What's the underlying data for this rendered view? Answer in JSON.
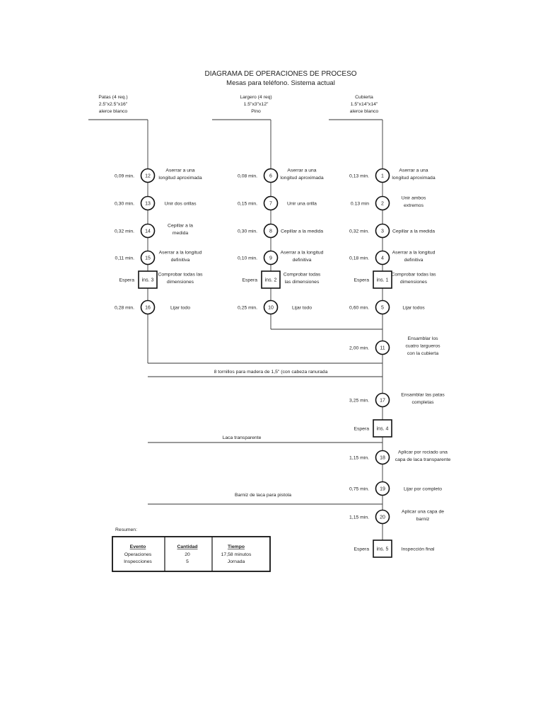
{
  "title": "DIAGRAMA DE OPERACIONES  DE PROCESO",
  "subtitle": "Mesas para teléfono. Sistema actual",
  "materials": [
    {
      "lines": [
        "Patas (4 req.)",
        "2.5\"x2.5\"x16\"",
        "alerce blanco"
      ]
    },
    {
      "lines": [
        "Largero (4 req)",
        "1.5\"x3\"x12\"",
        "Pino"
      ]
    },
    {
      "lines": [
        "Cubierta",
        "1.5\"x14\"x14\"",
        "alerce blanco"
      ]
    }
  ],
  "columns": [
    {
      "steps": [
        {
          "kind": "op",
          "time": "0,09 min.",
          "num": "12",
          "desc": [
            "Aserrar a una",
            "longitud aproximada"
          ]
        },
        {
          "kind": "op",
          "time": "0,30 min.",
          "num": "13",
          "desc": [
            "Unir dos orillas"
          ]
        },
        {
          "kind": "op",
          "time": "0,32 min.",
          "num": "14",
          "desc": [
            "Cepillar a la",
            "medida"
          ]
        },
        {
          "kind": "op",
          "time": "0,11 min.",
          "num": "15",
          "desc": [
            "Aserrar a la longitud",
            "definitiva"
          ]
        },
        {
          "kind": "insp",
          "time": "Espera",
          "num": "ins. 3",
          "desc": [
            "Comprobar todas las",
            "dimensiones"
          ]
        },
        {
          "kind": "op",
          "time": "0,28 min.",
          "num": "16",
          "desc": [
            "Lijar todo"
          ]
        }
      ]
    },
    {
      "steps": [
        {
          "kind": "op",
          "time": "0,08 min.",
          "num": "6",
          "desc": [
            "Aserrar a una",
            "longitud aproximada"
          ]
        },
        {
          "kind": "op",
          "time": "0,15 min.",
          "num": "7",
          "desc": [
            "Unir una orilla"
          ]
        },
        {
          "kind": "op",
          "time": "0,30 min.",
          "num": "8",
          "desc": [
            "Cepillar a la medida"
          ]
        },
        {
          "kind": "op",
          "time": "0,10 min.",
          "num": "9",
          "desc": [
            "Aserrar a la longitud",
            "definitiva"
          ]
        },
        {
          "kind": "insp",
          "time": "Espera",
          "num": "ins. 2",
          "desc": [
            "Comprobar todas",
            "las dimensiones"
          ]
        },
        {
          "kind": "op",
          "time": "0,25 min.",
          "num": "10",
          "desc": [
            "Lijar todo"
          ]
        }
      ]
    },
    {
      "steps": [
        {
          "kind": "op",
          "time": "0,13 min.",
          "num": "1",
          "desc": [
            "Aserrar a una",
            "longitud aproximada"
          ]
        },
        {
          "kind": "op",
          "time": "0.13 min",
          "num": "2",
          "desc": [
            "Unir ambos",
            "extremos"
          ]
        },
        {
          "kind": "op",
          "time": "0,32 min.",
          "num": "3",
          "desc": [
            "Cepillar a la medida"
          ]
        },
        {
          "kind": "op",
          "time": "0,18 min.",
          "num": "4",
          "desc": [
            "Aserrar a la longitud",
            "definitiva"
          ]
        },
        {
          "kind": "insp",
          "time": "Espera",
          "num": "ins. 1",
          "desc": [
            "Comprobar todas las",
            "dimensiones"
          ]
        },
        {
          "kind": "op",
          "time": "0,60 min.",
          "num": "5",
          "desc": [
            "Lijar todos"
          ]
        }
      ]
    }
  ],
  "main_steps": [
    {
      "kind": "op",
      "time": "2,00 min.",
      "num": "11",
      "desc": [
        "Ensamblar los",
        "cuatro largueros",
        "con la cubierta"
      ]
    },
    {
      "kind": "op",
      "time": "3,25 min.",
      "num": "17",
      "desc": [
        "Ensamblar las patas",
        "completas"
      ]
    },
    {
      "kind": "insp",
      "time": "Espera",
      "num": "ins. 4",
      "desc": []
    },
    {
      "kind": "op",
      "time": "1,15 min.",
      "num": "18",
      "desc": [
        "Aplicar por rociado una",
        "capa de laca transparente"
      ]
    },
    {
      "kind": "op",
      "time": "0,75 min.",
      "num": "19",
      "desc": [
        "Lijar por completo"
      ]
    },
    {
      "kind": "op",
      "time": "1,15 min.",
      "num": "20",
      "desc": [
        "Aplicar una capa de",
        "barniz"
      ]
    },
    {
      "kind": "insp",
      "time": "Espera",
      "num": "ins. 5",
      "desc": [
        "Inspección final"
      ]
    }
  ],
  "input_lines": [
    {
      "label": "8 tornillos para madera de 1,5\" (con cabeza ranurada"
    },
    {
      "label": "Laca transparente"
    },
    {
      "label": "Barniz de laca para pistola"
    }
  ],
  "summary": {
    "title": "Resumen:",
    "headers": [
      "Evento",
      "Cantidad",
      "Tiempo"
    ],
    "rows": [
      [
        "Operaciones",
        "20",
        "17,58 minutos"
      ],
      [
        "Inspecciones",
        "5",
        "Jornada"
      ]
    ]
  }
}
